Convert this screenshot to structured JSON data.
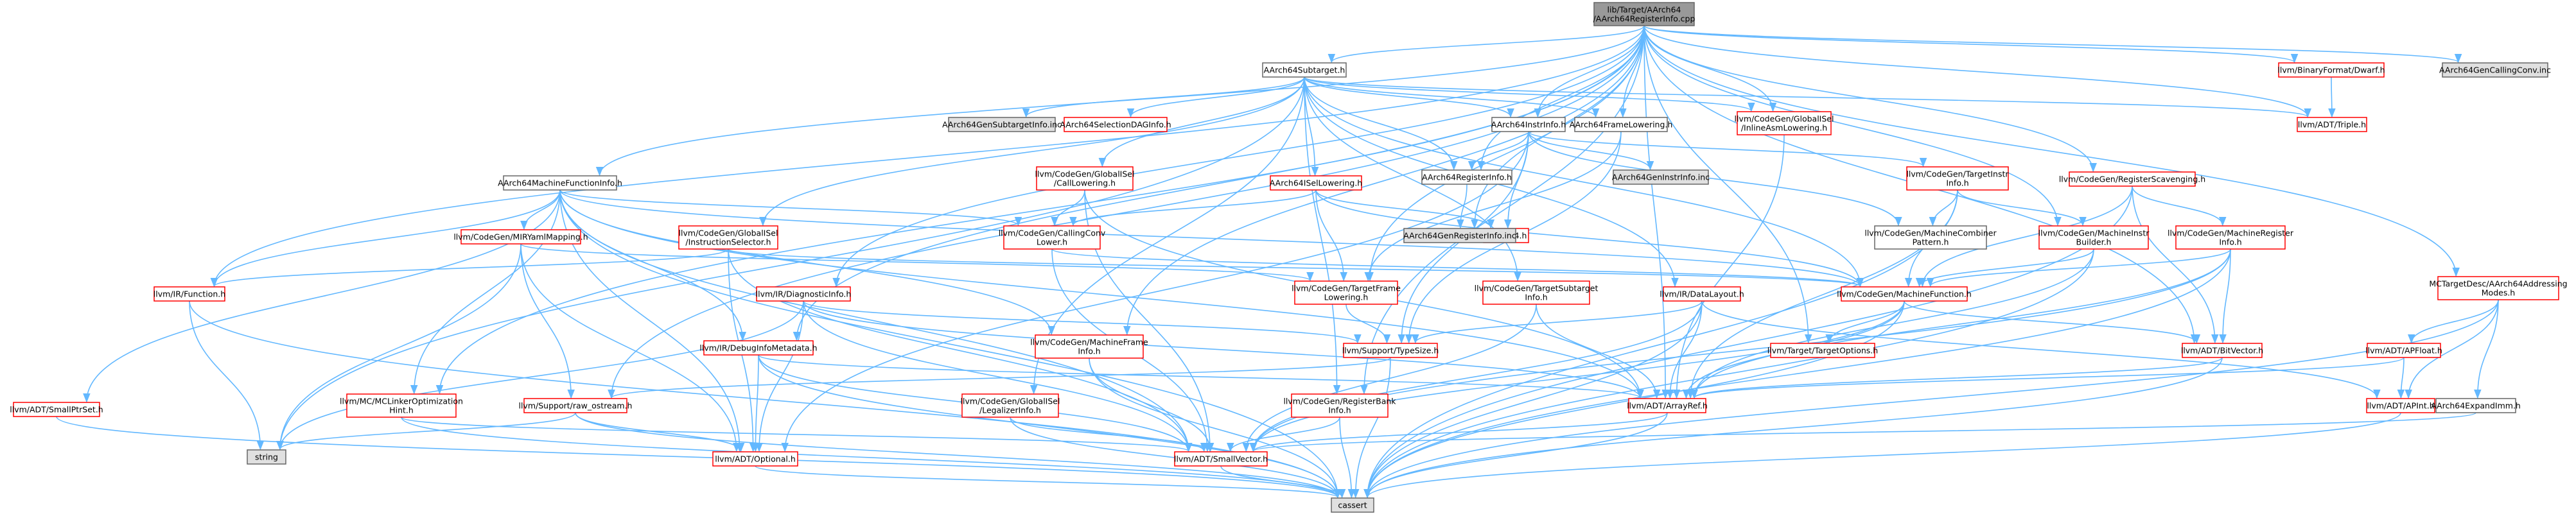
{
  "colors": {
    "root_fill": "#999999",
    "plain_fill": "#ffffff",
    "grey_fill": "#e0e0e0",
    "border": "#666666",
    "red_border": "#ff0000",
    "edge": "#63b8ff"
  },
  "nodes": [
    {
      "id": "root",
      "lines": [
        "lib/Target/AArch64",
        "/AArch64RegisterInfo.cpp"
      ],
      "style": "root"
    },
    {
      "id": "subtarget",
      "lines": [
        "AArch64Subtarget.h"
      ],
      "style": "plain"
    },
    {
      "id": "machinefunctioninfo",
      "lines": [
        "AArch64MachineFunctionInfo.h"
      ],
      "style": "plain"
    },
    {
      "id": "instrinfo",
      "lines": [
        "AArch64InstrInfo.h"
      ],
      "style": "plain"
    },
    {
      "id": "framelowering",
      "lines": [
        "AArch64FrameLowering.h"
      ],
      "style": "plain"
    },
    {
      "id": "subtargetinfo_inc",
      "lines": [
        "AArch64GenSubtargetInfo.inc"
      ],
      "style": "grey"
    },
    {
      "id": "selectiondaginfo",
      "lines": [
        "AArch64SelectionDAGInfo.h"
      ],
      "style": "red"
    },
    {
      "id": "inlineasmlowering",
      "lines": [
        "llvm/CodeGen/GlobalISel",
        "/InlineAsmLowering.h"
      ],
      "style": "red"
    },
    {
      "id": "binaryformat_dwarf",
      "lines": [
        "llvm/BinaryFormat/Dwarf.h"
      ],
      "style": "red"
    },
    {
      "id": "callingconv_inc",
      "lines": [
        "AArch64GenCallingConv.inc"
      ],
      "style": "grey"
    },
    {
      "id": "triple",
      "lines": [
        "llvm/ADT/Triple.h"
      ],
      "style": "red"
    },
    {
      "id": "calllowering",
      "lines": [
        "llvm/CodeGen/GlobalISel",
        "/CallLowering.h"
      ],
      "style": "red"
    },
    {
      "id": "isellowering",
      "lines": [
        "AArch64ISelLowering.h"
      ],
      "style": "red"
    },
    {
      "id": "registerinfo_h",
      "lines": [
        "AArch64RegisterInfo.h"
      ],
      "style": "plain"
    },
    {
      "id": "instrinfo_inc",
      "lines": [
        "AArch64GenInstrInfo.inc"
      ],
      "style": "grey"
    },
    {
      "id": "targetinstrinfo",
      "lines": [
        "llvm/CodeGen/TargetInstr",
        "Info.h"
      ],
      "style": "red"
    },
    {
      "id": "registerscavenging",
      "lines": [
        "llvm/CodeGen/RegisterScavenging.h"
      ],
      "style": "red"
    },
    {
      "id": "addressingmodes",
      "lines": [
        "MCTargetDesc/AArch64Addressing",
        "Modes.h"
      ],
      "style": "red"
    },
    {
      "id": "aarch64_h",
      "lines": [
        "AArch64.h"
      ],
      "style": "red"
    },
    {
      "id": "registerinfo_inc",
      "lines": [
        "AArch64GenRegisterInfo.inc"
      ],
      "style": "grey"
    },
    {
      "id": "instructionselector",
      "lines": [
        "llvm/CodeGen/GlobalISel",
        "/InstructionSelector.h"
      ],
      "style": "red"
    },
    {
      "id": "miryamlmapping",
      "lines": [
        "llvm/CodeGen/MIRYamlMapping.h"
      ],
      "style": "red"
    },
    {
      "id": "callingconvlower",
      "lines": [
        "llvm/CodeGen/CallingConv",
        "Lower.h"
      ],
      "style": "red"
    },
    {
      "id": "machinecombinerpattern",
      "lines": [
        "llvm/CodeGen/MachineCombiner",
        "Pattern.h"
      ],
      "style": "plain"
    },
    {
      "id": "machineinstrbuilder",
      "lines": [
        "llvm/CodeGen/MachineInstr",
        "Builder.h"
      ],
      "style": "red"
    },
    {
      "id": "machineregisterinfo",
      "lines": [
        "llvm/CodeGen/MachineRegister",
        "Info.h"
      ],
      "style": "red"
    },
    {
      "id": "ir_function",
      "lines": [
        "llvm/IR/Function.h"
      ],
      "style": "red"
    },
    {
      "id": "diagnosticinfo",
      "lines": [
        "llvm/IR/DiagnosticInfo.h"
      ],
      "style": "red"
    },
    {
      "id": "targetframelowering",
      "lines": [
        "llvm/CodeGen/TargetFrame",
        "Lowering.h"
      ],
      "style": "red"
    },
    {
      "id": "targetsubtargetinfo",
      "lines": [
        "llvm/CodeGen/TargetSubtarget",
        "Info.h"
      ],
      "style": "red"
    },
    {
      "id": "datalayout",
      "lines": [
        "llvm/IR/DataLayout.h"
      ],
      "style": "red"
    },
    {
      "id": "machinefunction",
      "lines": [
        "llvm/CodeGen/MachineFunction.h"
      ],
      "style": "red"
    },
    {
      "id": "debuginfometadata",
      "lines": [
        "llvm/IR/DebugInfoMetadata.h"
      ],
      "style": "red"
    },
    {
      "id": "machineframeinfo",
      "lines": [
        "llvm/CodeGen/MachineFrame",
        "Info.h"
      ],
      "style": "red"
    },
    {
      "id": "typesize",
      "lines": [
        "llvm/Support/TypeSize.h"
      ],
      "style": "red"
    },
    {
      "id": "targetoptions",
      "lines": [
        "llvm/Target/TargetOptions.h"
      ],
      "style": "red"
    },
    {
      "id": "bitvector",
      "lines": [
        "llvm/ADT/BitVector.h"
      ],
      "style": "red"
    },
    {
      "id": "apfloat",
      "lines": [
        "llvm/ADT/APFloat.h"
      ],
      "style": "red"
    },
    {
      "id": "smallptrset",
      "lines": [
        "llvm/ADT/SmallPtrSet.h"
      ],
      "style": "red"
    },
    {
      "id": "mclinkeroptimizationhint",
      "lines": [
        "llvm/MC/MCLinkerOptimization",
        "Hint.h"
      ],
      "style": "red"
    },
    {
      "id": "raw_ostream",
      "lines": [
        "llvm/Support/raw_ostream.h"
      ],
      "style": "red"
    },
    {
      "id": "legalizerinfo",
      "lines": [
        "llvm/CodeGen/GlobalISel",
        "/LegalizerInfo.h"
      ],
      "style": "red"
    },
    {
      "id": "registerbankinfo",
      "lines": [
        "llvm/CodeGen/RegisterBank",
        "Info.h"
      ],
      "style": "red"
    },
    {
      "id": "arrayref",
      "lines": [
        "llvm/ADT/ArrayRef.h"
      ],
      "style": "red"
    },
    {
      "id": "apint",
      "lines": [
        "llvm/ADT/APInt.h"
      ],
      "style": "red"
    },
    {
      "id": "expandimm",
      "lines": [
        "AArch64ExpandImm.h"
      ],
      "style": "plain"
    },
    {
      "id": "string",
      "lines": [
        "string"
      ],
      "style": "grey"
    },
    {
      "id": "optional",
      "lines": [
        "llvm/ADT/Optional.h"
      ],
      "style": "red"
    },
    {
      "id": "smallvector",
      "lines": [
        "llvm/ADT/SmallVector.h"
      ],
      "style": "red"
    },
    {
      "id": "cassert",
      "lines": [
        "cassert"
      ],
      "style": "grey"
    }
  ]
}
